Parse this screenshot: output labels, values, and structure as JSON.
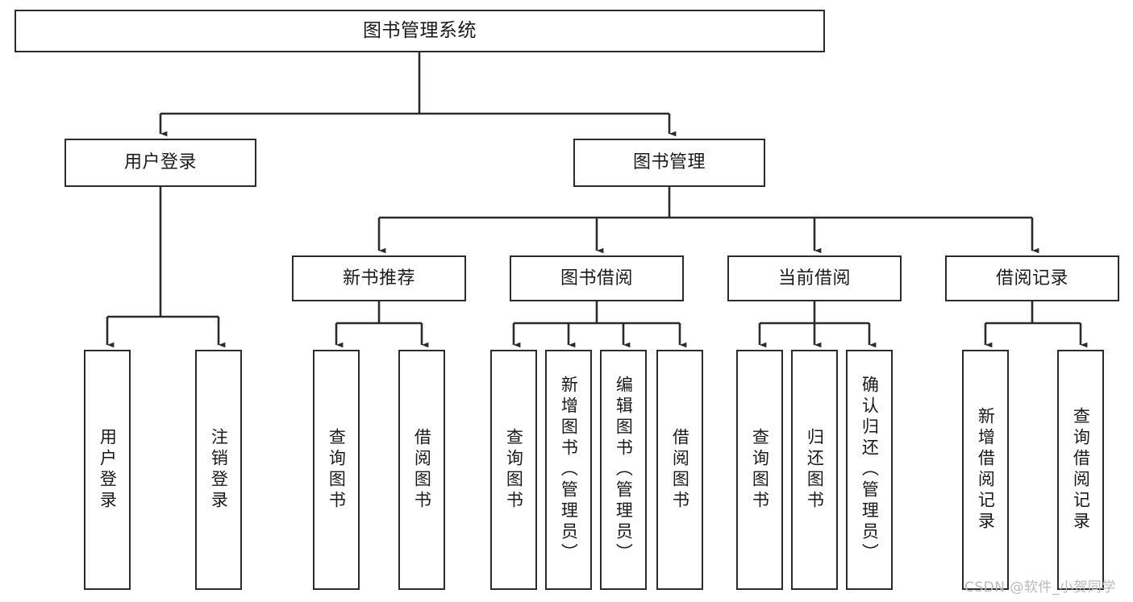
{
  "diagram": {
    "title": "图书管理系统",
    "type": "hierarchy-tree",
    "stroke_color": "#2b2b2b",
    "fill_color": "#ffffff",
    "text_color": "#1a1a1a",
    "watermark": "CSDN @软件_小贺同学",
    "nodes": {
      "root": {
        "label": "图书管理系统"
      },
      "l1": [
        {
          "label": "用户登录"
        },
        {
          "label": "图书管理"
        }
      ],
      "l2": [
        {
          "label": "新书推荐"
        },
        {
          "label": "图书借阅"
        },
        {
          "label": "当前借阅"
        },
        {
          "label": "借阅记录"
        }
      ],
      "leaves": {
        "user_login": [
          {
            "label": "用户登录"
          },
          {
            "label": "注销登录"
          }
        ],
        "new_books": [
          {
            "label": "查询图书"
          },
          {
            "label": "借阅图书"
          }
        ],
        "book_borrow": [
          {
            "label": "查询图书"
          },
          {
            "label": "新增图书（管理员）"
          },
          {
            "label": "编辑图书（管理员）"
          },
          {
            "label": "借阅图书"
          }
        ],
        "current_borrow": [
          {
            "label": "查询图书"
          },
          {
            "label": "归还图书"
          },
          {
            "label": "确认归还（管理员）"
          }
        ],
        "borrow_records": [
          {
            "label": "新增借阅记录"
          },
          {
            "label": "查询借阅记录"
          }
        ]
      }
    }
  }
}
